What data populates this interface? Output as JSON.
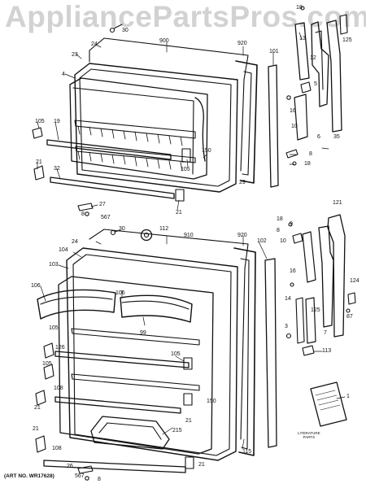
{
  "watermark": "AppliancePartsPros.com",
  "art_number": "(ART NO. WR17628)",
  "literature_label": [
    "LITERATURE",
    "PARTS"
  ],
  "callouts": {
    "c18a": "18",
    "c30a": "30",
    "c900": "900",
    "c920a": "920",
    "c13": "13",
    "c125a": "125",
    "c24a": "24",
    "c23": "23",
    "c4": "4",
    "c101": "101",
    "c12": "12",
    "c5": "5",
    "c16a": "16",
    "c10a": "10",
    "c105a": "105",
    "c19": "19",
    "c150a": "150",
    "c105b": "105",
    "c6": "6",
    "c35": "35",
    "c8a": "8",
    "c18b": "18",
    "c21a": "21",
    "c32": "32",
    "c29": "29",
    "c21b": "21",
    "c27": "27",
    "c8b": "8",
    "c567a": "567",
    "c121": "121",
    "c112": "112",
    "c30b": "30",
    "c910": "910",
    "c920b": "920",
    "c18c": "18",
    "c9": "9",
    "c8c": "8",
    "c10b": "10",
    "c24b": "24",
    "c104": "104",
    "c103": "103",
    "c102": "102",
    "c106a": "106",
    "c106b": "106",
    "c16b": "16",
    "c124": "124",
    "c14": "14",
    "c125b": "125",
    "c7": "7",
    "c87": "87",
    "c105c": "105",
    "c99": "99",
    "c3": "3",
    "c113": "113",
    "c105d": "105",
    "c126": "126",
    "c105e": "105",
    "c21c": "21",
    "c108a": "108",
    "c150b": "150",
    "c21d": "21",
    "c215": "215",
    "c1": "1",
    "c21e": "21",
    "c108b": "108",
    "c115": "115",
    "c26": "26",
    "c8d": "8",
    "c567b": "567",
    "c21f": "21"
  }
}
